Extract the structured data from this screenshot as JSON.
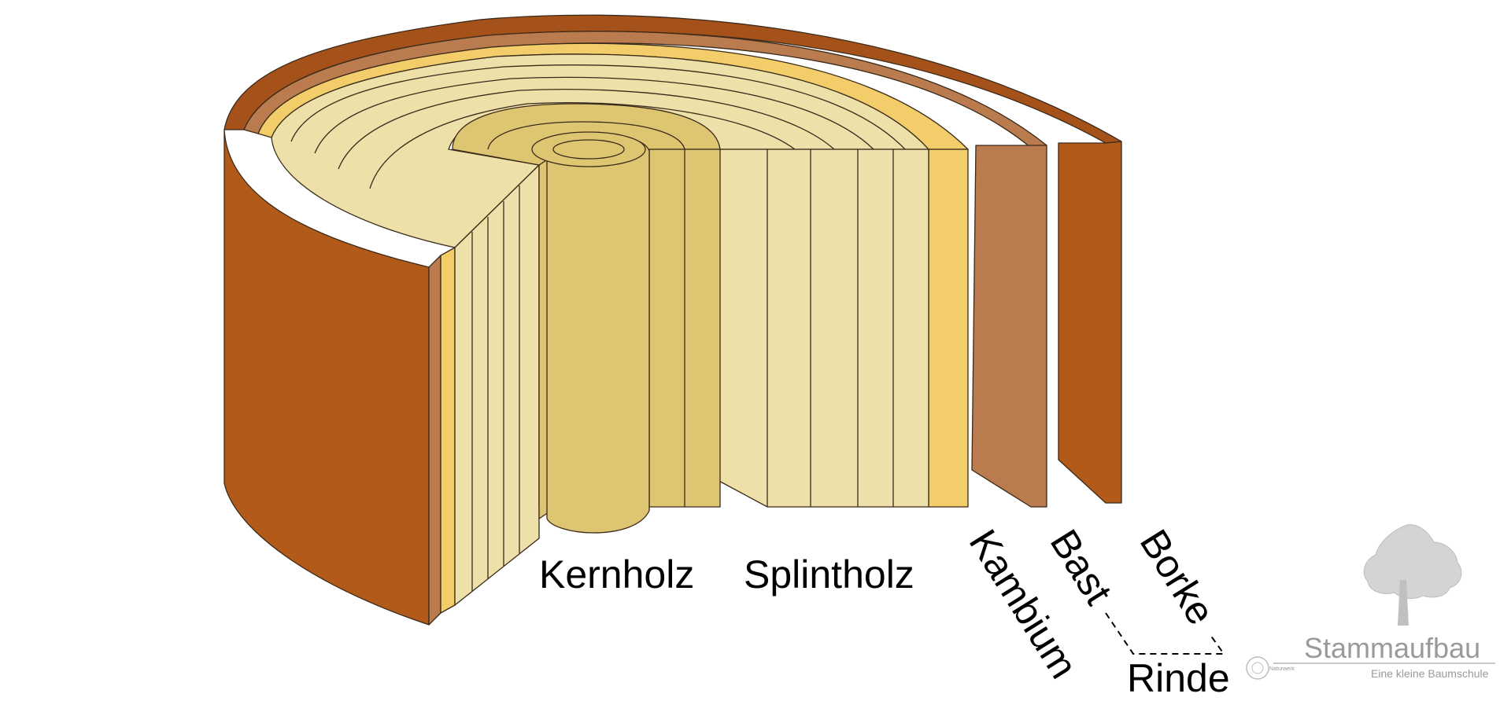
{
  "labels": {
    "kernholz": "Kernholz",
    "splintholz": "Splintholz",
    "kambium": "Kambium",
    "bast": "Bast",
    "borke": "Borke",
    "rinde": "Rinde"
  },
  "branding": {
    "title": "Stammaufbau",
    "subtitle": "Eine kleine Baumschule",
    "seal_text": "Naturwerk",
    "tree_icon": "tree-icon"
  },
  "colors": {
    "borke": "#b25a1a",
    "bast": "#ba7c4e",
    "kambium": "#f2cd6a",
    "splintholz": "#ede0a8",
    "kernholz": "#dec572",
    "outline": "#3a2a1a"
  }
}
